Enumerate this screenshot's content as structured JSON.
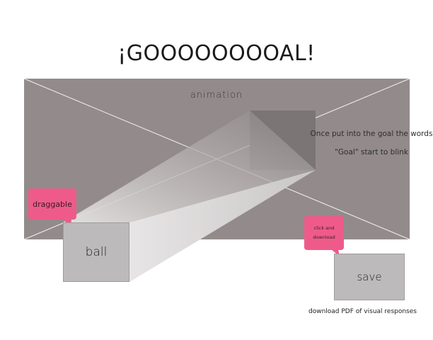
{
  "title": "¡GOOOOOOOOAL!",
  "animation_label": "animation",
  "goal_note": "Once put into the goal the words \"Goal\" start to blink",
  "ball_label": "ball",
  "draggable_label": "draggable",
  "save_label": "save",
  "click_download_label": "click and download",
  "caption": "download PDF of visual responses",
  "colors": {
    "panel": "#938b8b",
    "bubble": "#ee5b8b",
    "box": "#bdbabb"
  }
}
